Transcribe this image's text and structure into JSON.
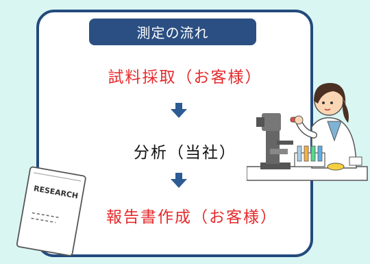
{
  "title": "測定の流れ",
  "steps": [
    {
      "label": "試料採取（お客様）",
      "color": "#e6292b"
    },
    {
      "label": "分析（当社）",
      "color": "#111111"
    },
    {
      "label": "報告書作成（お客様）",
      "color": "#e6292b"
    }
  ],
  "report": {
    "cover_text": "RESEARCH"
  },
  "colors": {
    "background": "#d9f6f3",
    "frame": "#234a7d",
    "pill": "#2b4f82",
    "arrow": "#2d5b93",
    "accent_red": "#e6292b"
  },
  "icons": [
    "arrow-down-icon",
    "scientist-illustration",
    "microscope-icon",
    "report-document-icon"
  ]
}
